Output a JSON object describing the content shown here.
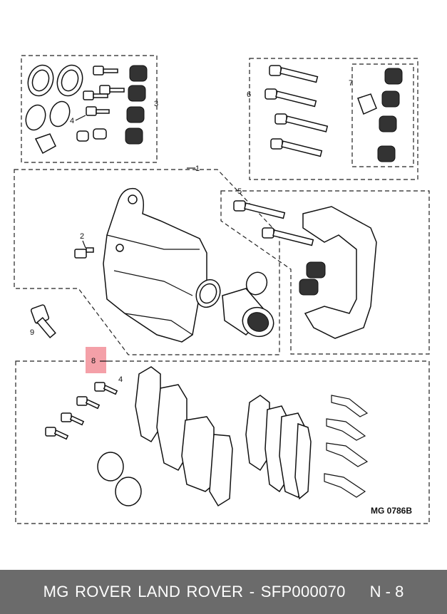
{
  "callouts": [
    "1",
    "2",
    "3",
    "4",
    "5",
    "6",
    "7",
    "8",
    "9",
    "4"
  ],
  "drawing_code": "MG 0786B",
  "footer": {
    "title": "MG ROVER LAND ROVER - SFP000070",
    "code": "N - 8"
  },
  "colors": {
    "highlight": "#f4a0a8",
    "footer_bg": "#6b6b6b",
    "line": "#111111"
  }
}
